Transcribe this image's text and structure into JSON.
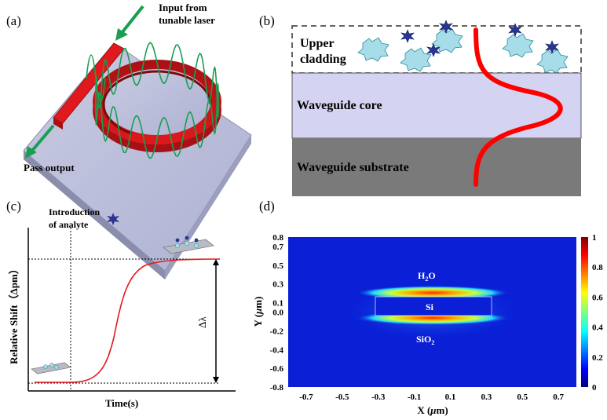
{
  "panel_a": {
    "label": "(a)",
    "input_line1": "Input from",
    "input_line2": "tunable laser",
    "output_label": "Pass output"
  },
  "panel_b": {
    "label": "(b)",
    "upper_line1": "Upper",
    "upper_line2": "cladding",
    "core": "Waveguide core",
    "substrate": "Waveguide substrate"
  },
  "panel_c": {
    "label": "(c)",
    "intro_line1": "Introduction",
    "intro_line2": "of analyte",
    "ylabel": "Relative Shift（Δpm）",
    "xlabel": "Time(s)",
    "delta": "Δλ"
  },
  "panel_d": {
    "label": "(d)",
    "h2o": "H",
    "h2o_sub": "2",
    "h2o_end": "O",
    "si": "Si",
    "sio2": "SiO",
    "sio2_sub": "2",
    "ylabel_pre": "Y (",
    "ylabel_mu": "μ",
    "ylabel_post": "m)",
    "xlabel_pre": "X (",
    "xlabel_mu": "μ",
    "xlabel_post": "m)"
  },
  "chart_data": {
    "type": "heatmap",
    "x_ticks": [
      "-0.7",
      "-0.5",
      "-0.3",
      "-0.1",
      "0.1",
      "0.3",
      "0.5",
      "0.7"
    ],
    "y_ticks": [
      "0.8",
      "0.7",
      "0.5",
      "0.3",
      "0.1",
      "0.0",
      "-0.2",
      "-0.4",
      "-0.6",
      "-0.8"
    ],
    "xlim": [
      -0.8,
      0.8
    ],
    "ylim": [
      -0.8,
      0.8
    ],
    "colorbar_ticks": [
      "1",
      "0.8",
      "0.6",
      "0.4",
      "0.2",
      "0"
    ],
    "colormap": "jet",
    "regions": [
      "H2O",
      "Si",
      "SiO2"
    ]
  },
  "colors": {
    "waveguide": "#e0191d",
    "wave": "#1a9e50",
    "substrate_gray": "#7a7a7a",
    "core_fill": "#d4d4f2",
    "analyte": "#2a3590",
    "heat_bg": "#0a1fd6"
  }
}
